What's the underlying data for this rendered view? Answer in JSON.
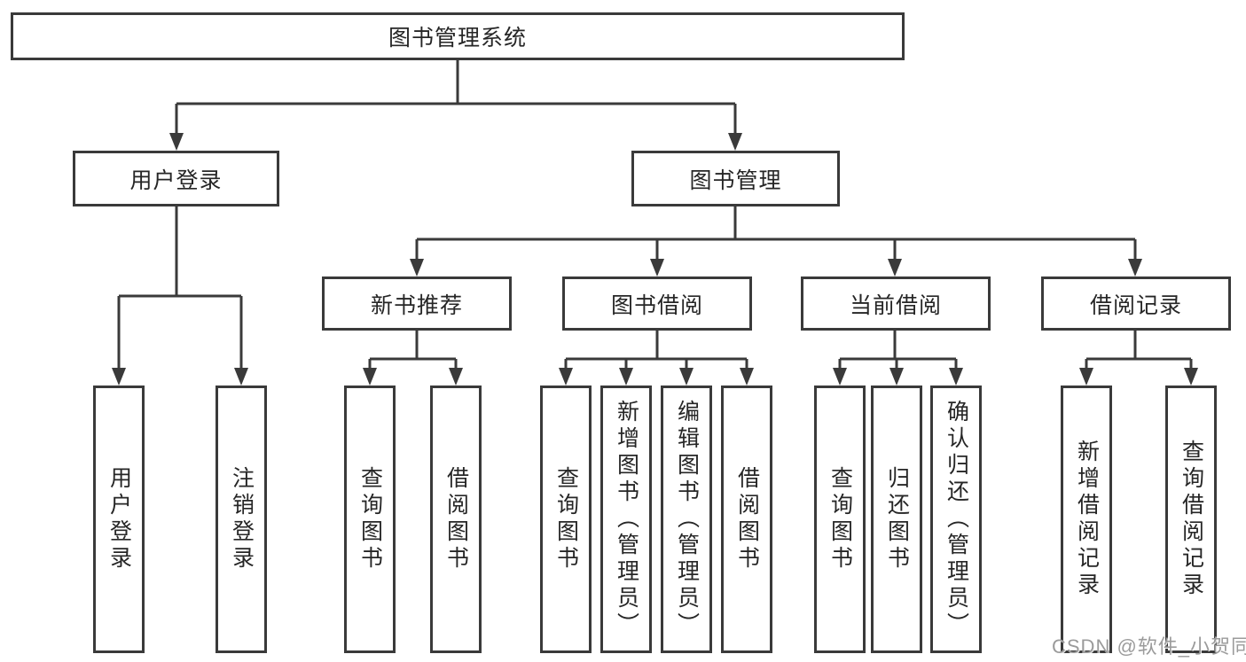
{
  "diagram": {
    "root": "图书管理系统",
    "branches": [
      {
        "label": "用户登录",
        "leaves": [
          "用户登录",
          "注销登录"
        ]
      },
      {
        "label": "图书管理",
        "groups": [
          {
            "label": "新书推荐",
            "leaves": [
              "查询图书",
              "借阅图书"
            ]
          },
          {
            "label": "图书借阅",
            "leaves": [
              "查询图书",
              "新增图书（管理员）",
              "编辑图书（管理员）",
              "借阅图书"
            ]
          },
          {
            "label": "当前借阅",
            "leaves": [
              "查询图书",
              "归还图书",
              "确认归还（管理员）"
            ]
          },
          {
            "label": "借阅记录",
            "leaves": [
              "新增借阅记录",
              "查询借阅记录"
            ]
          }
        ]
      }
    ]
  },
  "watermark": {
    "text": "CSDN @软件_小贺同学"
  },
  "colors": {
    "line": "#3a3a3a",
    "text": "#262626",
    "watermark": "#9b9b9b",
    "background": "#ffffff"
  }
}
